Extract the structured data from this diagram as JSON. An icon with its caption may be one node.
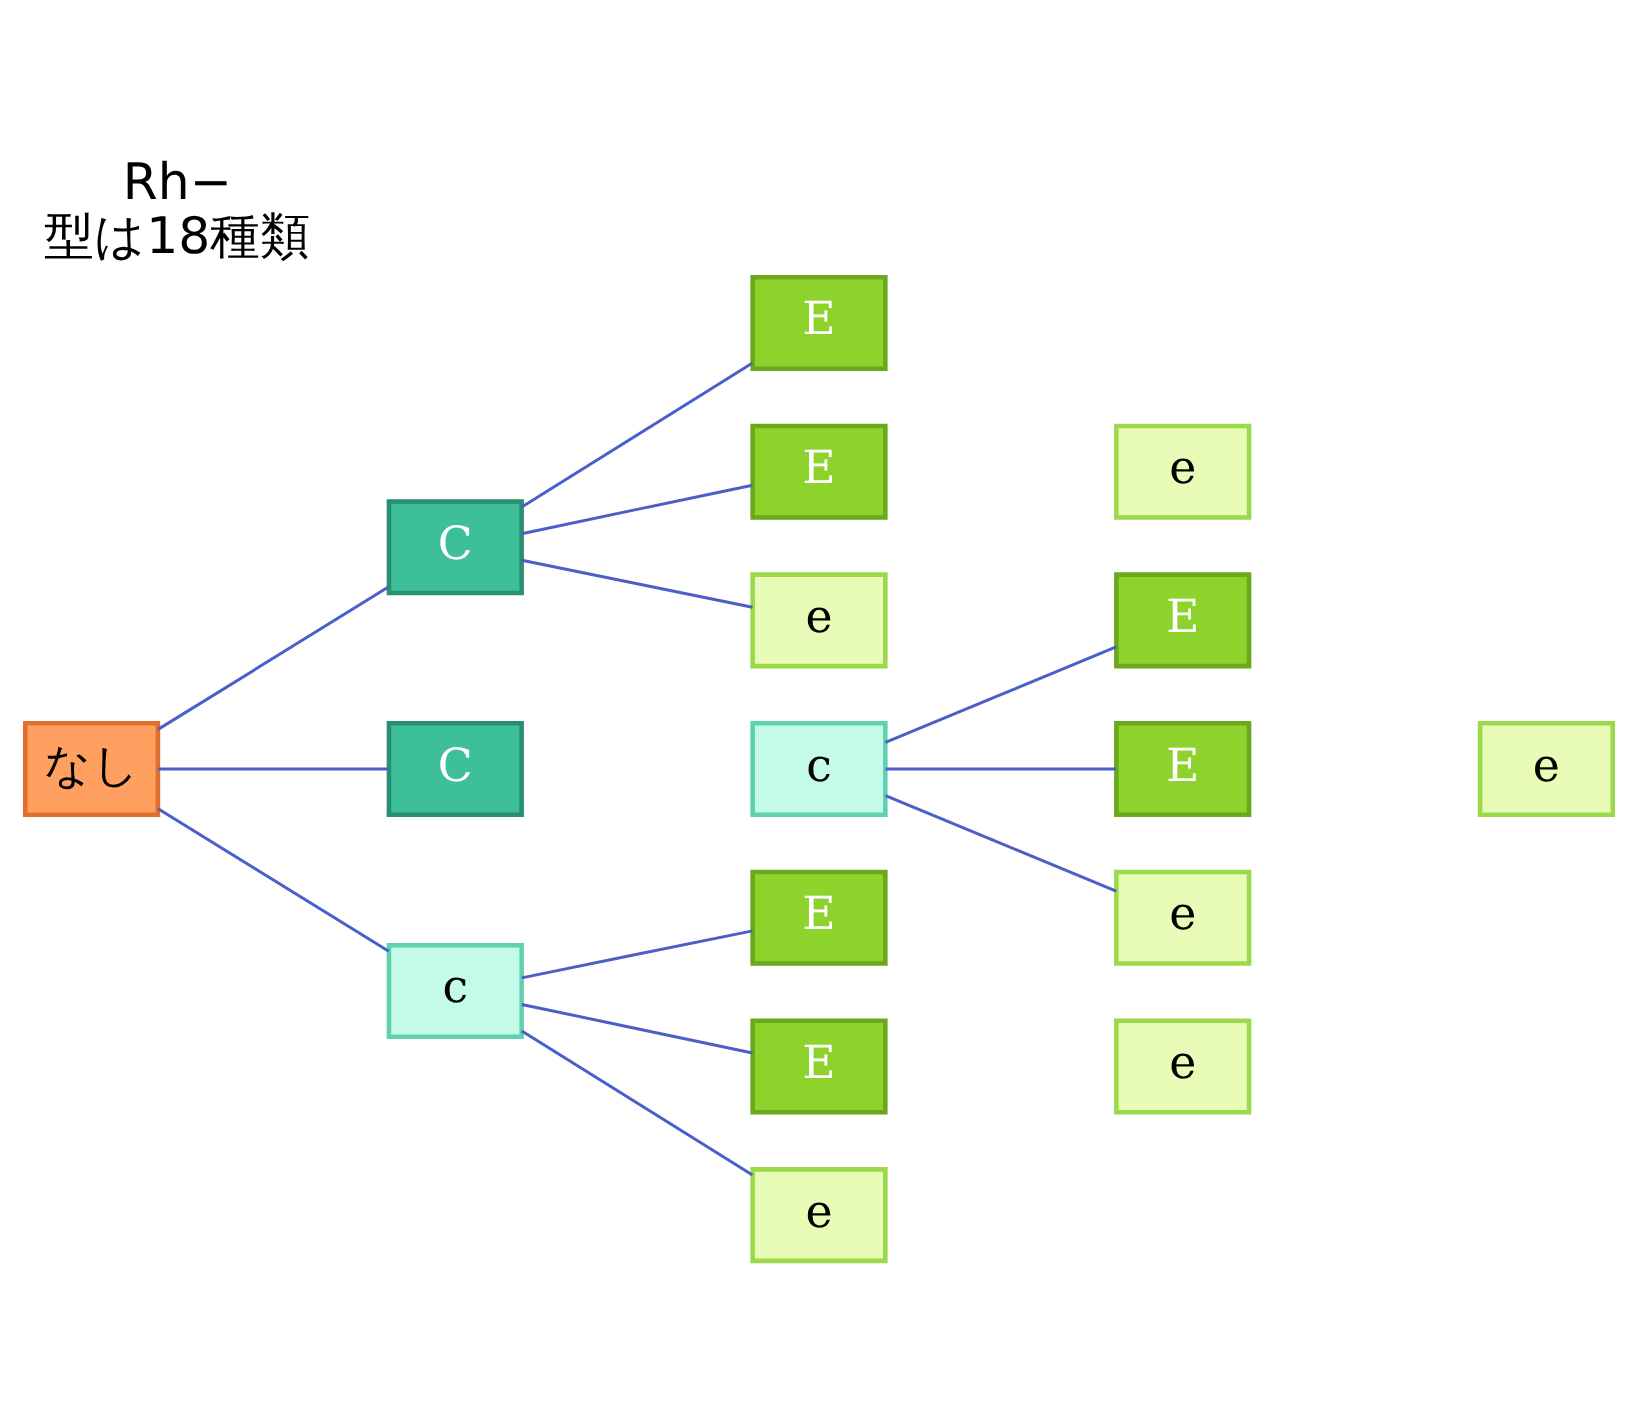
{
  "diagram": {
    "title": "Rh−",
    "caption": "型は18種類",
    "nodes": [
      {
        "text": [
          "なし"
        ]
      },
      {
        "text": [
          "C"
        ]
      },
      {
        "text": [
          "C"
        ]
      },
      {
        "text": [
          "c"
        ]
      },
      {
        "text": [
          "c"
        ]
      },
      {
        "text": [
          "E"
        ]
      },
      {
        "text": [
          "E"
        ]
      },
      {
        "text": [
          "e"
        ]
      },
      {
        "text": [
          "e"
        ]
      },
      {
        "text": [
          "E"
        ]
      },
      {
        "text": [
          "E"
        ]
      },
      {
        "text": [
          "e"
        ]
      },
      {
        "text": [
          "e"
        ]
      },
      {
        "text": [
          "E"
        ]
      },
      {
        "text": [
          "E"
        ]
      },
      {
        "text": [
          "e"
        ]
      },
      {
        "text": [
          "e"
        ]
      }
    ],
    "edges": [
      {
        "from": 0,
        "to": 1,
        "arrow": "none"
      },
      {
        "from": 0,
        "to": 2,
        "arrow": "none"
      },
      {
        "from": 0,
        "to": 4,
        "arrow": "none"
      },
      {
        "from": 1,
        "to": 5,
        "arrow": "none"
      },
      {
        "from": 1,
        "to": 6,
        "arrow": "none"
      },
      {
        "from": 1,
        "to": 8,
        "arrow": "none"
      },
      {
        "from": 3,
        "to": 9,
        "arrow": "none"
      },
      {
        "from": 3,
        "to": 10,
        "arrow": "none"
      },
      {
        "from": 3,
        "to": 12,
        "arrow": "none"
      },
      {
        "from": 4,
        "to": 13,
        "arrow": "none"
      },
      {
        "from": 4,
        "to": 14,
        "arrow": "none"
      },
      {
        "from": 4,
        "to": 16,
        "arrow": "none"
      }
    ]
  }
}
